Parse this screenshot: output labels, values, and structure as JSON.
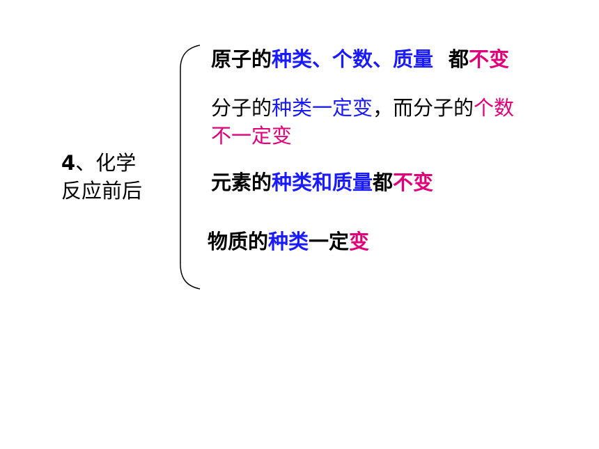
{
  "left_label": {
    "line1_num": "4",
    "line1_rest": "、化学",
    "line2": "反应前后"
  },
  "rows": {
    "r1": {
      "a": "原子的",
      "b": "种类、个数、质量",
      "c": "都",
      "d": "不变"
    },
    "r2": {
      "a": "分子的",
      "b": "种类一定变",
      "c": "，而分子的",
      "d": "个数"
    },
    "r2b": {
      "a": "不一定变"
    },
    "r3": {
      "a": "元素的",
      "b": "种类和质量",
      "c": "都",
      "d": "不变"
    },
    "r4": {
      "a": "物质的",
      "b": "种类",
      "c": "一定",
      "d": "变"
    }
  },
  "colors": {
    "black": "#000000",
    "blue": "#1a1aff",
    "magenta": "#e0007a"
  }
}
